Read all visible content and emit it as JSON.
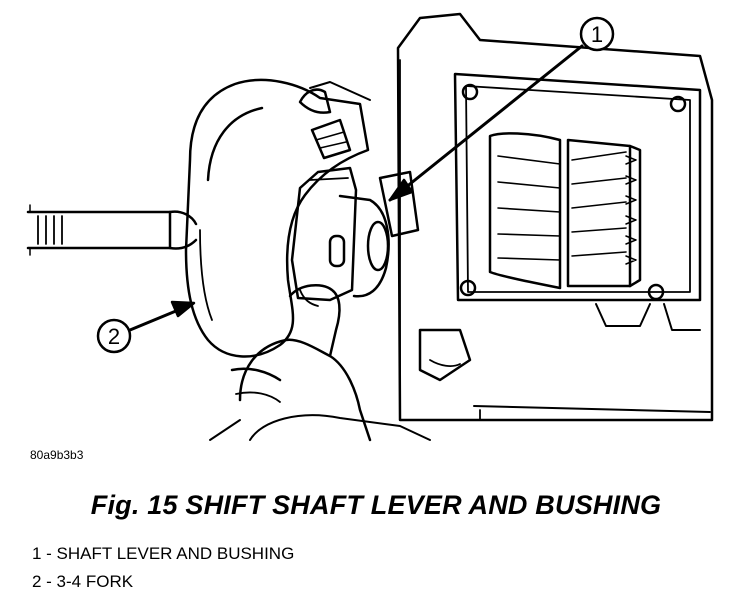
{
  "figure": {
    "code": "80a9b3b3",
    "caption": "Fig. 15 SHIFT SHAFT LEVER AND BUSHING",
    "callouts": [
      {
        "number": "1"
      },
      {
        "number": "2"
      }
    ],
    "legend": [
      {
        "text": "1 - SHAFT LEVER AND BUSHING"
      },
      {
        "text": "2 - 3-4 FORK"
      }
    ]
  }
}
